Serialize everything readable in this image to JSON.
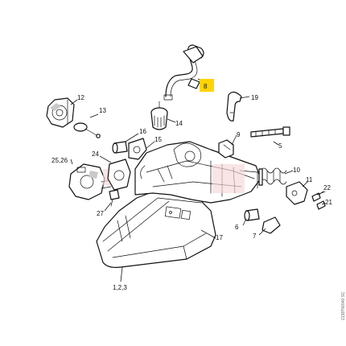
{
  "diagram": {
    "highlight_color": "#ffd400",
    "highlighted_label": "8",
    "labels": {
      "l8": "8",
      "l19": "19",
      "l12": "12",
      "l13": "13",
      "l14": "14",
      "l16": "16",
      "l15": "15",
      "l9": "9",
      "l5": "5",
      "l2526": "25,26",
      "l24": "24",
      "l10": "10",
      "l11": "11",
      "l22": "22",
      "l21": "21",
      "l27": "27",
      "l6": "6",
      "l7": "7",
      "l17": "17",
      "l123": "1,2,3"
    },
    "drawing_code": "2138TW040 SC"
  }
}
